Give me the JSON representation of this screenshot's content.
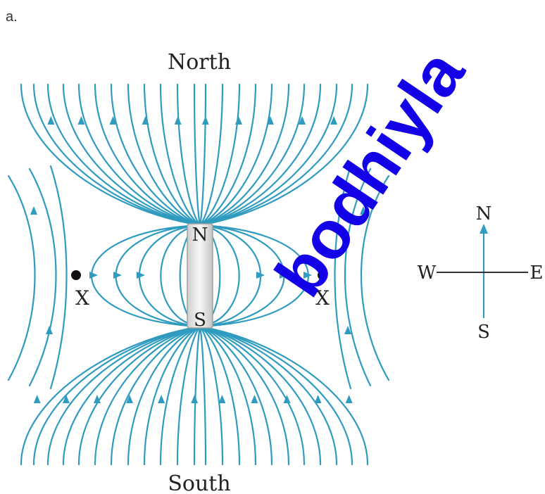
{
  "part_label": "a.",
  "labels": {
    "north": "North",
    "south": "South",
    "magnet_north": "N",
    "magnet_south": "S",
    "neutral_point_left": "X",
    "neutral_point_right": "X"
  },
  "compass": {
    "n": "N",
    "s": "S",
    "e": "E",
    "w": "W"
  },
  "watermark": "bodhiyla",
  "colors": {
    "field_line": "#2f9bbf",
    "magnet_fill": "#e6e6e6",
    "magnet_edge": "#9a9a9a",
    "watermark": "#1400e6",
    "text": "#222222"
  },
  "icons": {
    "neutral_point": "filled-circle-icon",
    "direction_marker": "arrowhead-icon",
    "compass": "compass-rose-icon"
  }
}
